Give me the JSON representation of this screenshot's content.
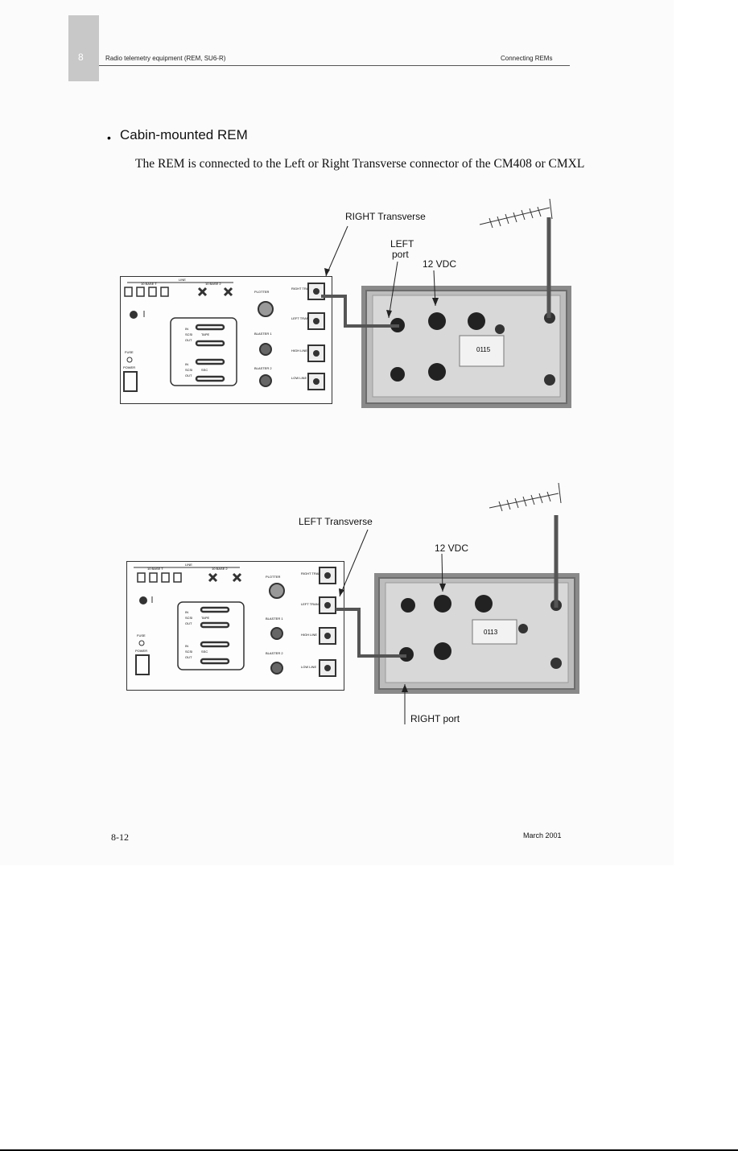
{
  "header": {
    "chapter": "8",
    "left": "Radio telemetry equipment (REM, SU6-R)",
    "right": "Connecting REMs"
  },
  "section": {
    "bullet": "•",
    "title": "Cabin-mounted REM",
    "body": "The REM is connected to the Left or Right Transverse connector of the CM408 or CMXL"
  },
  "figure1": {
    "callout_transverse": "RIGHT Transverse",
    "callout_port_line1": "LEFT",
    "callout_port_line2": "port",
    "callout_power": "12 VDC",
    "tag": "0115"
  },
  "figure2": {
    "callout_transverse": "LEFT Transverse",
    "callout_power": "12 VDC",
    "callout_port": "RIGHT port",
    "tag": "0113"
  },
  "panel_labels": {
    "line": "LINE",
    "base1": "10 BASE T",
    "base2": "10 BASE 2",
    "plotter": "PLOTTER",
    "right_trans": "RIGHT TRANS",
    "left_trans": "LEFT TRANS",
    "high_line": "HIGH LINE",
    "low_line": "LOW LINE",
    "blaster1": "BLASTER 1",
    "blaster2": "BLASTER 2",
    "fuse": "FUSE",
    "power": "POWER",
    "tape": "TAPE",
    "ssc": "SSC",
    "in": "IN",
    "out": "OUT",
    "scsi": "SCSI"
  },
  "footer": {
    "page": "8-12",
    "date": "March 2001"
  },
  "colors": {
    "page_bg": "#fbfbfb",
    "chapter_tab": "#c8c8c8",
    "rem_housing": "#8a8a8a",
    "cable": "#555555"
  }
}
